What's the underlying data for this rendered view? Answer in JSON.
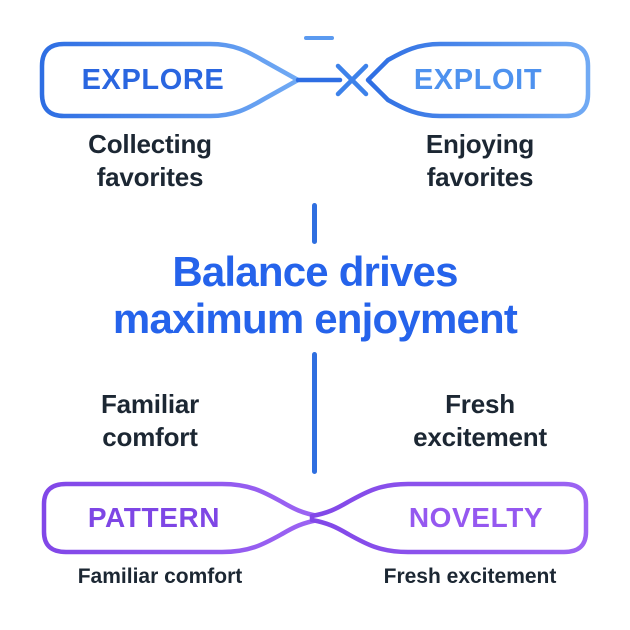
{
  "top_row": {
    "left_label": "EXPLORE",
    "right_label": "EXPLOIT",
    "left_caption": "Collecting favorites",
    "right_caption": "Enjoying favorites"
  },
  "center": {
    "heading_line1": "Balance drives",
    "heading_line2": "maximum enjoyment"
  },
  "middle_row": {
    "left_caption": "Familiar comfort",
    "right_caption": "Fresh excitement"
  },
  "bottom_row": {
    "left_label": "PATTERN",
    "right_label": "NOVELTY",
    "left_caption": "Familiar comfort",
    "right_caption": "Fresh excitement"
  },
  "icons": {
    "connector_cross": "cross-connector-icon",
    "connector_neck": "neck-connector"
  },
  "colors": {
    "blue_dark": "#2e6ee3",
    "blue_light": "#71aaf4",
    "explore_text": "#2a66e0",
    "exploit_text": "#4e92ef",
    "heading_blue": "#2563eb",
    "vertical_line_blue": "#2f6fe0",
    "purple_dark": "#8147e8",
    "purple_light": "#9c64f3",
    "pattern_text": "#7e46e5",
    "novelty_text": "#9558f0",
    "dark_text": "#1c2733",
    "background": "#ffffff"
  }
}
